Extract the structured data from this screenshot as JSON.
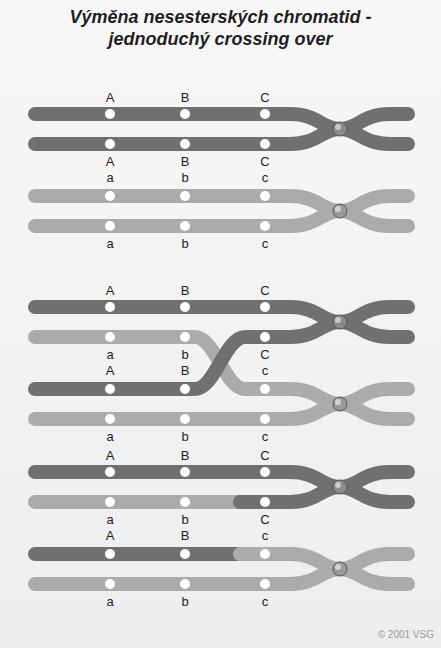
{
  "diagram": {
    "title": "Výměna nesesterských chromatid - jednoduchý crossing over",
    "labels": [
      "A",
      "B",
      "C",
      "A",
      "B",
      "C",
      "a",
      "b",
      "c",
      "a",
      "b",
      "c",
      "A",
      "B",
      "C",
      "a",
      "b",
      "C",
      "A",
      "B",
      "c",
      "a",
      "b",
      "c",
      "A",
      "B",
      "C",
      "a",
      "b",
      "C",
      "A",
      "B",
      "c",
      "a",
      "b",
      "c",
      "© 2001 VSG"
    ]
  }
}
